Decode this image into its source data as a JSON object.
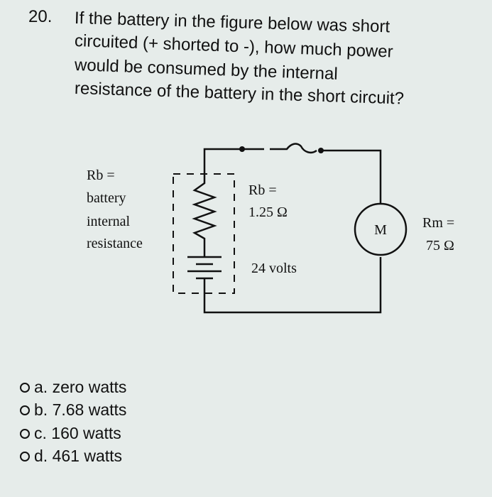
{
  "question": {
    "number": "20.",
    "lines": [
      "If the battery in the figure below was short",
      "circuited (+ shorted to -), how much power",
      "would be consumed by the internal",
      "resistance of the battery in the short circuit?"
    ]
  },
  "circuit": {
    "rb_label_lines": [
      "Rb =",
      "battery",
      "internal",
      "resistance"
    ],
    "rb_value_lines": [
      "Rb =",
      "1.25 Ω"
    ],
    "voltage": "24 volts",
    "motor_label": "M",
    "rm_lines": [
      "Rm =",
      "75 Ω"
    ]
  },
  "options": [
    {
      "letter": "a.",
      "text": "zero watts"
    },
    {
      "letter": "b.",
      "text": "7.68 watts"
    },
    {
      "letter": "c.",
      "text": "160 watts"
    },
    {
      "letter": "d.",
      "text": "461 watts"
    }
  ]
}
